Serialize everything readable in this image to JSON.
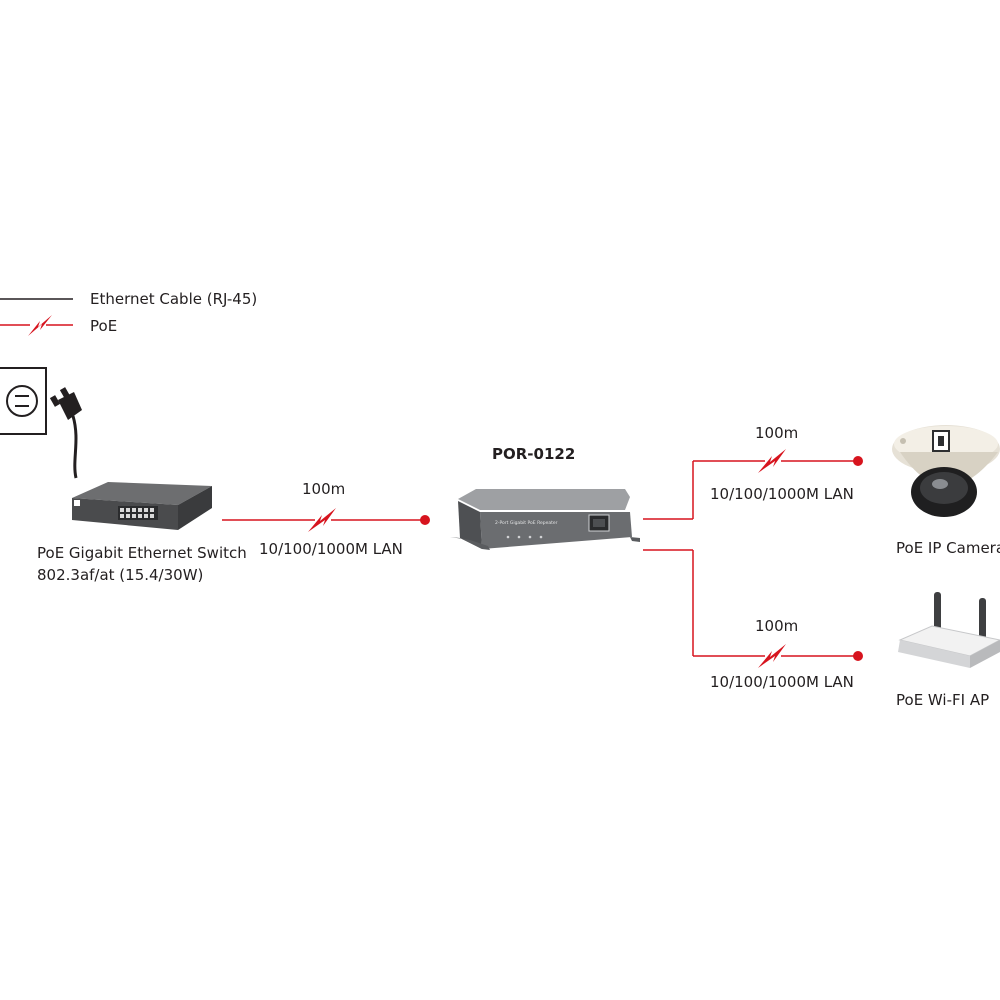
{
  "legend": {
    "ethernet_label": "Ethernet Cable (RJ-45)",
    "poe_label": "PoE"
  },
  "devices": {
    "switch_label_line1": "PoE Gigabit Ethernet Switch",
    "switch_label_line2": "802.3af/at (15.4/30W)",
    "repeater_title": "POR-0122",
    "repeater_panel_text": "2-Port Gigabit PoE Repeater",
    "camera_label": "PoE IP Camera",
    "ap_label": "PoE Wi-FI AP"
  },
  "links": [
    {
      "distance": "100m",
      "speed": "10/100/1000M LAN"
    },
    {
      "distance": "100m",
      "speed": "10/100/1000M LAN"
    },
    {
      "distance": "100m",
      "speed": "10/100/1000M LAN"
    }
  ],
  "colors": {
    "poe_line": "#d7141e",
    "ethernet_line": "#231f20",
    "text": "#231f20"
  }
}
